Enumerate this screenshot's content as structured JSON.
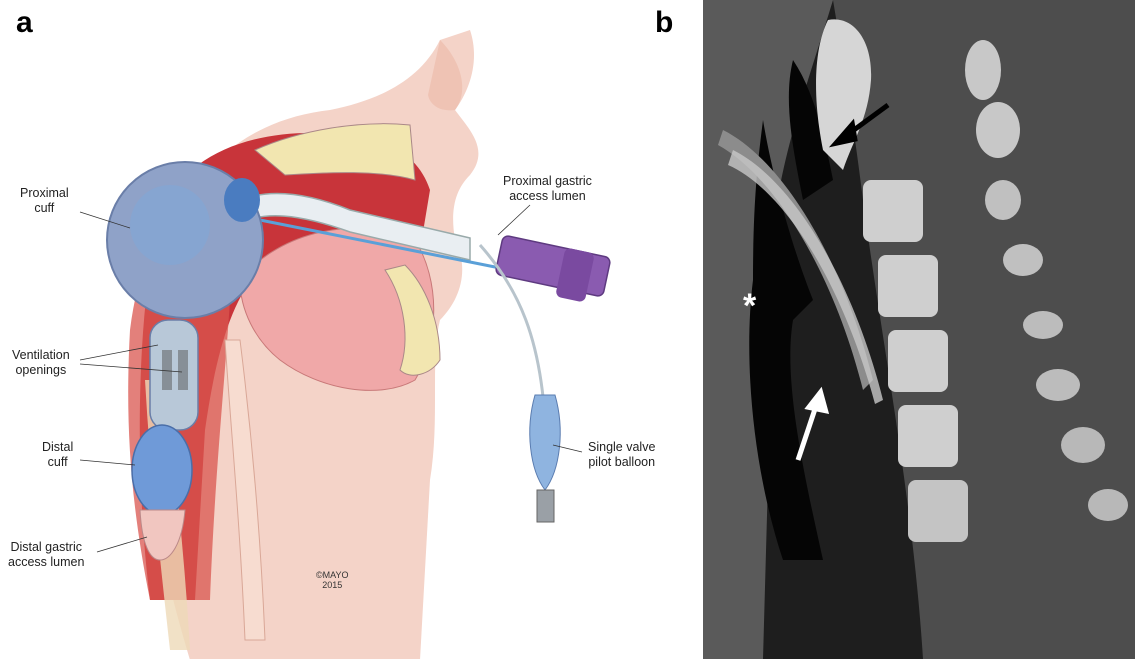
{
  "panels": {
    "a": "a",
    "b": "b"
  },
  "labels": {
    "proximal_cuff": [
      "Proximal",
      "cuff"
    ],
    "ventilation_openings": [
      "Ventilation",
      "openings"
    ],
    "distal_cuff": [
      "Distal",
      "cuff"
    ],
    "distal_gastric": [
      "Distal gastric",
      "access lumen"
    ],
    "proximal_gastric": [
      "Proximal gastric",
      "access lumen"
    ],
    "pilot_balloon": [
      "Single valve",
      "pilot balloon"
    ],
    "copyright": [
      "©MAYO",
      "2015"
    ]
  },
  "ct_markers": {
    "asterisk": "*"
  },
  "colors": {
    "tissue_red": "#c8343a",
    "tongue_pink": "#f0a8a8",
    "skin": "#f4d3c8",
    "bone": "#f2e6b0",
    "cuff_blue": "#8fa2c8",
    "purple_connector": "#8a5bb0",
    "ct_background": "#1e1e1e"
  }
}
